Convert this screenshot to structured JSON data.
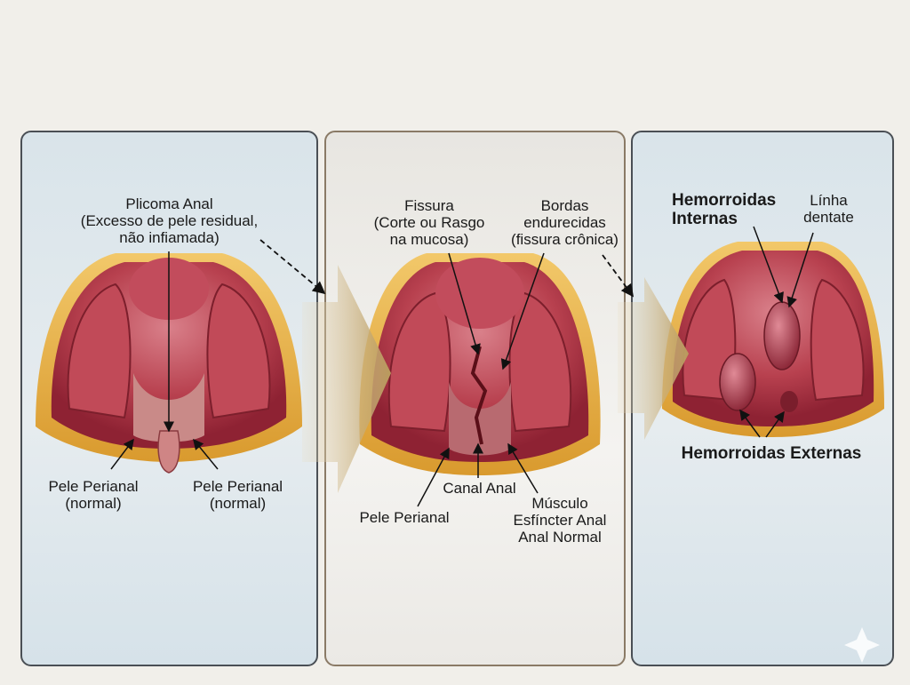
{
  "panels": [
    {
      "labels": {
        "plicoma": [
          "Plicoma Anal",
          "(Excesso de pele residual,",
          "não infiamada)"
        ],
        "pele_left": [
          "Pele Perianal",
          "(normal)"
        ],
        "pele_right": [
          "Pele Perianal",
          "(normal)"
        ]
      }
    },
    {
      "labels": {
        "fissura": [
          "Fissura",
          "(Corte ou Rasgo",
          "na mucosa)"
        ],
        "bordas": [
          "Bordas",
          "endurecidas",
          "(fissura crônica)"
        ],
        "canal": [
          "Canal Anal"
        ],
        "pele": [
          "Pele Perianal"
        ],
        "musculo": [
          "Músculo",
          "Esfíncter Anal",
          "Anal Normal"
        ]
      }
    },
    {
      "labels": {
        "internas": [
          "Hemorroidas",
          "Internas"
        ],
        "linha": [
          "Línha",
          "dentate"
        ],
        "externas": [
          "Hemorroidas Externas"
        ]
      }
    }
  ],
  "colors": {
    "tissue": "#b23a4a",
    "tissue_light": "#d77a82",
    "fat": "#e8b04a",
    "arrow": "#c9a86a",
    "border": "#4a4f55"
  }
}
